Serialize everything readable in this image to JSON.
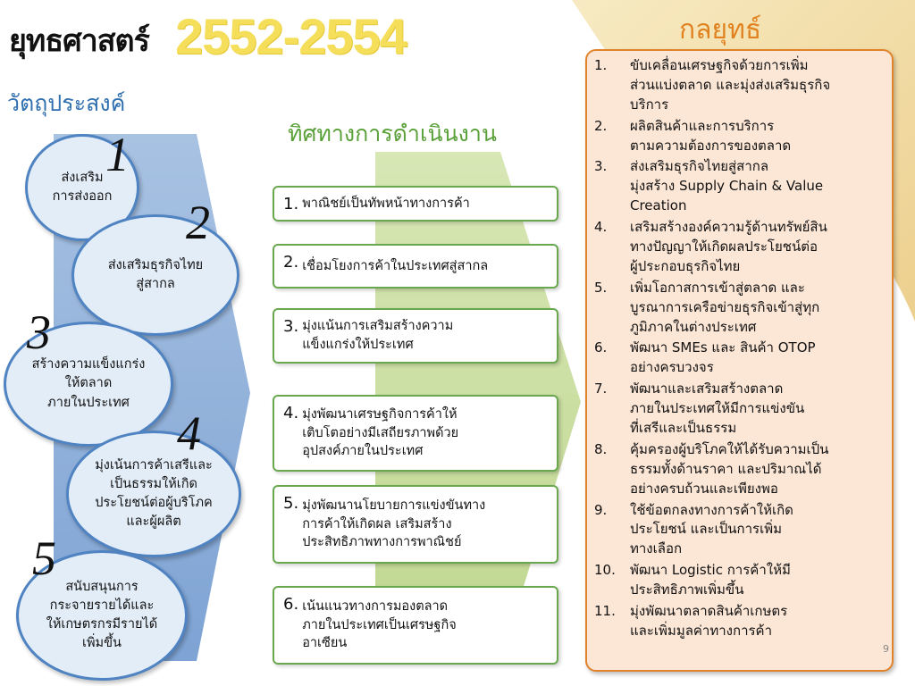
{
  "header": {
    "title": "ยุทธศาสตร์",
    "years": "2552-2554"
  },
  "objectives": {
    "heading": "วัตถุประสงค์",
    "items": [
      {
        "number": "1",
        "label": "ส่งเสริม\nการส่งออก"
      },
      {
        "number": "2",
        "label": "ส่งเสริมธุรกิจไทย\nสู่สากล"
      },
      {
        "number": "3",
        "label": "สร้างความแข็งแกร่ง\nให้ตลาด\nภายในประเทศ"
      },
      {
        "number": "4",
        "label": "มุ่งเน้นการค้าเสรีและ\nเป็นธรรมให้เกิด\nประโยชน์ต่อผู้บริโภค\nและผู้ผลิต"
      },
      {
        "number": "5",
        "label": "สนับสนุนการ\nกระจายรายได้และ\nให้เกษตรกรมีรายได้\nเพิ่มขึ้น"
      }
    ]
  },
  "directions": {
    "heading": "ทิศทางการดำเนินงาน",
    "items": [
      {
        "number": "1.",
        "text": "พาณิชย์เป็นทัพหน้าทางการค้า"
      },
      {
        "number": "2.",
        "text": "เชื่อมโยงการค้าในประเทศสู่สากล"
      },
      {
        "number": "3.",
        "text": "มุ่งแน้นการเสริมสร้างความ\nแข็งแกร่งให้ประเทศ"
      },
      {
        "number": "4.",
        "text": "มุ่งพัฒนาเศรษฐกิจการค้าให้\nเติบโตอย่างมีเสถียรภาพด้วย\nอุปสงค์ภายในประเทศ"
      },
      {
        "number": "5.",
        "text": "มุ่งพัฒนานโยบายการแข่งขันทาง\nการค้าให้เกิดผล  เสริมสร้าง\nประสิทธิภาพทางการพาณิชย์"
      },
      {
        "number": "6.",
        "text": "เน้นแนวทางการมองตลาด\nภายในประเทศเป็นเศรษฐกิจ\nอาเซียน"
      }
    ]
  },
  "strategies": {
    "heading": "กลยุทธ์",
    "items": [
      {
        "number": "1.",
        "text": "ขับเคลื่อนเศรษฐกิจด้วยการเพิ่ม\nส่วนแบ่งตลาด และมุ่งส่งเสริมธุรกิจ\nบริการ"
      },
      {
        "number": "2.",
        "text": "ผลิตสินค้าและการบริการ\nตามความต้องการของตลาด"
      },
      {
        "number": "3.",
        "text": "ส่งเสริมธุรกิจไทยสู่สากล\nมุ่งสร้าง Supply Chain & Value\nCreation"
      },
      {
        "number": "4.",
        "text": "เสริมสร้างองค์ความรู้ด้านทรัพย์สิน\nทางปัญญาให้เกิดผลประโยชน์ต่อ\nผู้ประกอบธุรกิจไทย"
      },
      {
        "number": "5.",
        "text": "เพิ่มโอกาสการเข้าสู่ตลาด และ\nบูรณาการเครือข่ายธุรกิจเข้าสู่ทุก\nภูมิภาคในต่างประเทศ"
      },
      {
        "number": "6.",
        "text": "พัฒนา SMEs และ สินค้า OTOP\nอย่างครบวงจร"
      },
      {
        "number": "7.",
        "text": "พัฒนาและเสริมสร้างตลาด\nภายในประเทศให้มีการแข่งขัน\nที่เสรีและเป็นธรรม"
      },
      {
        "number": "8.",
        "text": "คุ้มครองผู้บริโภคให้ได้รับความเป็น\nธรรมทั้งด้านราคา และปริมาณได้\nอย่างครบถ้วนและเพียงพอ"
      },
      {
        "number": "9.",
        "text": "ใช้ข้อตกลงทางการค้าให้เกิด\nประโยชน์ และเป็นการเพิ่ม\nทางเลือก"
      },
      {
        "number": "10.",
        "text": "พัฒนา Logistic การค้าให้มี\nประสิทธิภาพเพิ่มขึ้น"
      },
      {
        "number": "11.",
        "text": "มุ่งพัฒนาตลาดสินค้าเกษตร\nและเพิ่มมูลค่าทางการค้า"
      }
    ]
  },
  "footer": {
    "page_number": "9"
  },
  "colors": {
    "years": "#f5df5a",
    "objectives_heading": "#2f6fb0",
    "directions_heading": "#5aa13a",
    "strategy_heading": "#e0821f",
    "circle_border": "#4f83c2",
    "direction_border": "#6aa84f",
    "strategy_panel": "#fce6d6"
  }
}
